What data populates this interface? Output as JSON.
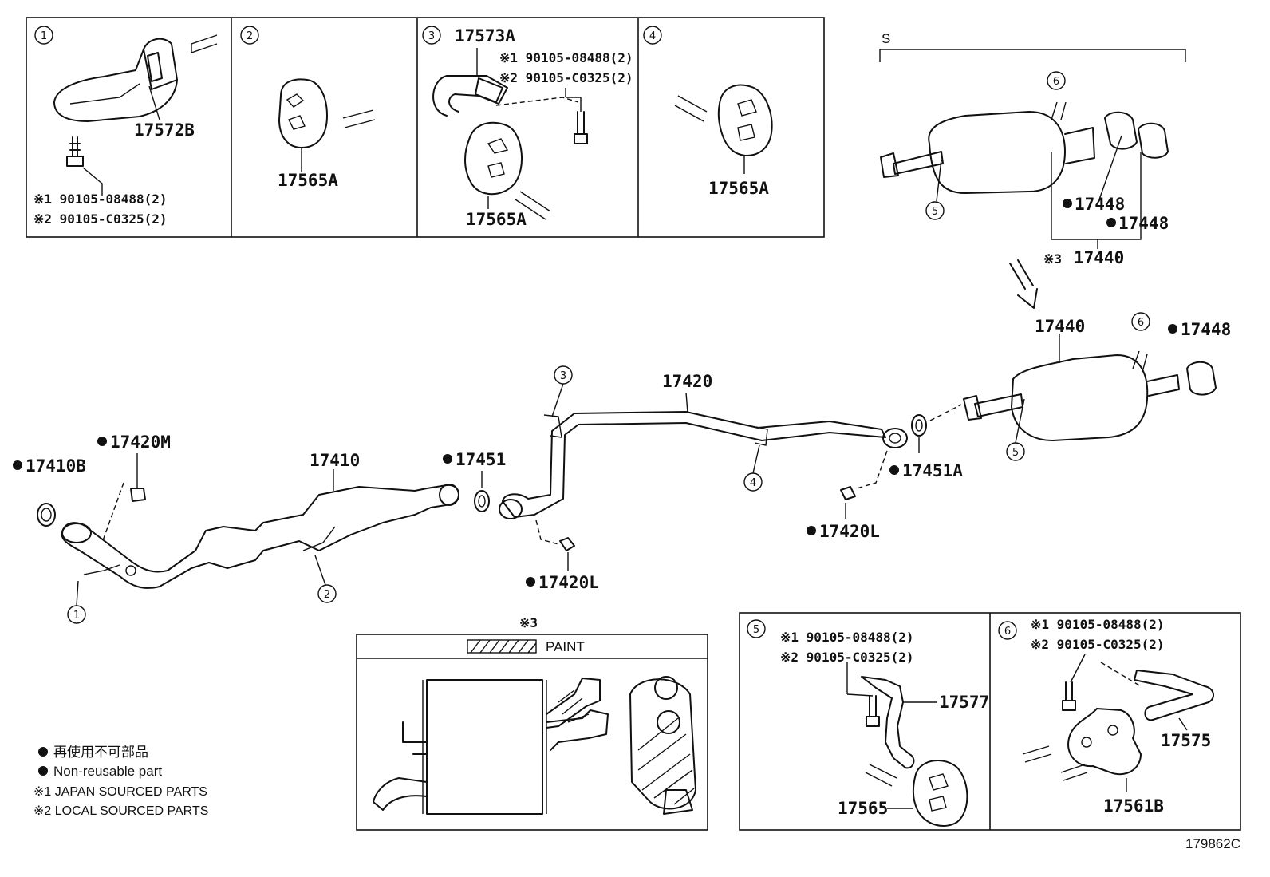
{
  "callouts": {
    "c1": "1",
    "c2": "2",
    "c3": "3",
    "c4": "4",
    "c5": "5",
    "c6": "6"
  },
  "panels": {
    "p1": {
      "part": "17572B",
      "note1": "※1 90105-08488(2)",
      "note2": "※2 90105-C0325(2)"
    },
    "p2": {
      "part": "17565A"
    },
    "p3": {
      "part_top": "17573A",
      "note1": "※1 90105-08488(2)",
      "note2": "※2 90105-C0325(2)",
      "part_bottom": "17565A"
    },
    "p4": {
      "part": "17565A"
    },
    "p5": {
      "note1": "※1 90105-08488(2)",
      "note2": "※2 90105-C0325(2)",
      "part_a": "17577",
      "part_b": "17565"
    },
    "p6": {
      "note1": "※1 90105-08488(2)",
      "note2": "※2 90105-C0325(2)",
      "part_a": "17575",
      "part_b": "17561B"
    }
  },
  "s_assembly": {
    "label": "S",
    "tip_a": "17448",
    "tip_b": "17448",
    "ref_mark": "※3",
    "muffler": "17440"
  },
  "main": {
    "p17410B": "17410B",
    "p17420M": "17420M",
    "p17410": "17410",
    "p17451": "17451",
    "p17420": "17420",
    "p17420L_a": "17420L",
    "p17451A": "17451A",
    "p17420L_b": "17420L",
    "p17440": "17440",
    "p17448": "17448"
  },
  "paint_box": {
    "ref_mark": "※3",
    "label": "PAINT"
  },
  "legend": {
    "line1": "再使用不可部品",
    "line2": "Non-reusable part",
    "line3": "※1 JAPAN SOURCED PARTS",
    "line4": "※2 LOCAL SOURCED PARTS"
  },
  "figure_id": "179862C",
  "colors": {
    "ink": "#111111",
    "background": "#ffffff"
  }
}
